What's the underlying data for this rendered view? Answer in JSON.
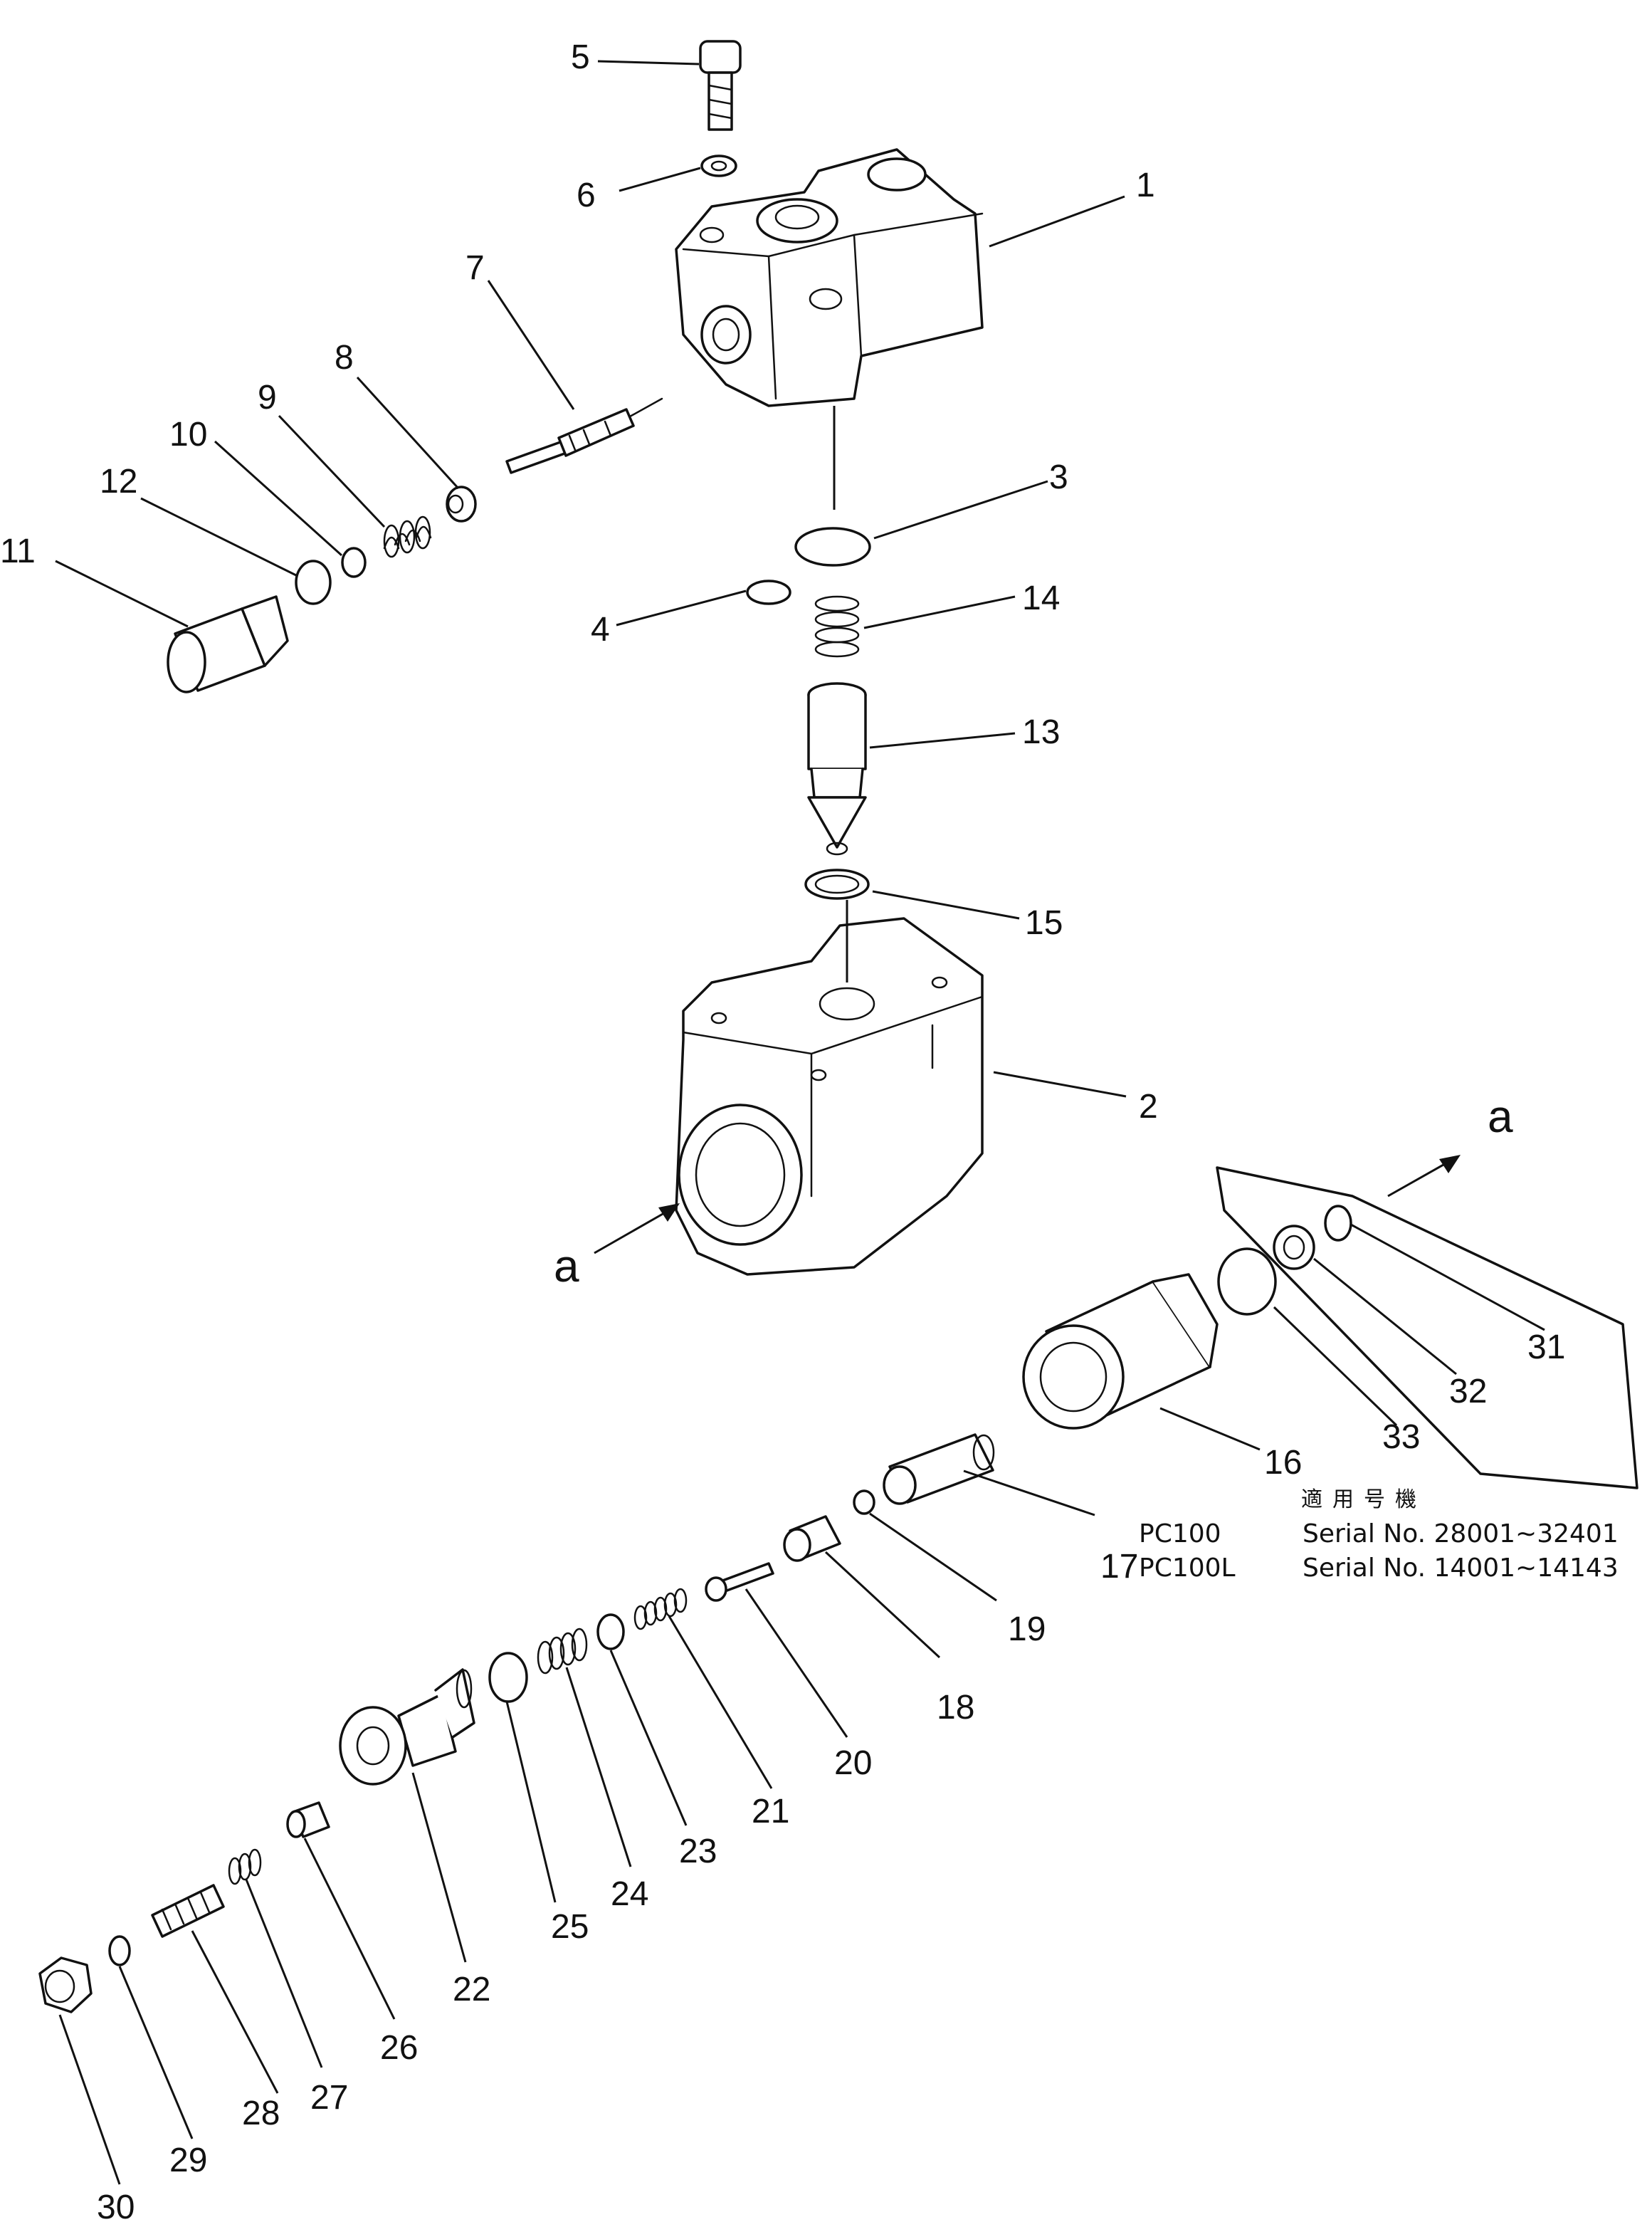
{
  "callouts": [
    "1",
    "2",
    "3",
    "4",
    "5",
    "6",
    "7",
    "8",
    "9",
    "10",
    "11",
    "12",
    "13",
    "14",
    "15",
    "16",
    "17",
    "18",
    "19",
    "20",
    "21",
    "22",
    "23",
    "24",
    "25",
    "26",
    "27",
    "28",
    "29",
    "30",
    "31",
    "32",
    "33"
  ],
  "view_marker": "a",
  "applicability": {
    "heading": "適用号機",
    "rows": [
      {
        "model": "PC100",
        "serial": "Serial No. 28001∼32401"
      },
      {
        "model": "PC100L",
        "serial": "Serial No. 14001∼14143"
      }
    ]
  },
  "colors": {
    "line": "#111111",
    "background": "#ffffff"
  }
}
